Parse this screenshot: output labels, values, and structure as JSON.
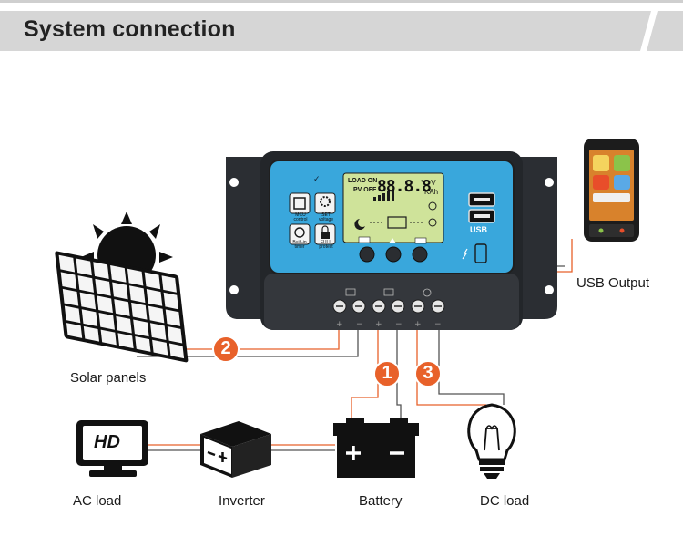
{
  "header": {
    "title": "System connection"
  },
  "controller": {
    "lcd": {
      "load_on": "LOAD ON",
      "pv_off": "PV OFF",
      "digits": "88.8.8",
      "unit_top": "°C V",
      "unit_bottom": "KAh"
    },
    "buttons": {
      "mcu": "MCU control",
      "set": "SET voltage",
      "timer": "Built-in timer",
      "protect": "FULL protect"
    },
    "usb_text": "USB"
  },
  "components": {
    "solar_panels": "Solar panels",
    "usb_output": "USB Output",
    "ac_load": "AC load",
    "inverter": "Inverter",
    "battery": "Battery",
    "dc_load": "DC load",
    "hd_text": "HD"
  },
  "steps": [
    "1",
    "2",
    "3"
  ],
  "colors": {
    "header_bg": "#d6d6d6",
    "accent": "#e8612a",
    "wire_gray": "#555555",
    "panel_blue": "#39a7dc",
    "lcd_green": "#cfe39a",
    "controller_dark": "#2a2d31"
  }
}
